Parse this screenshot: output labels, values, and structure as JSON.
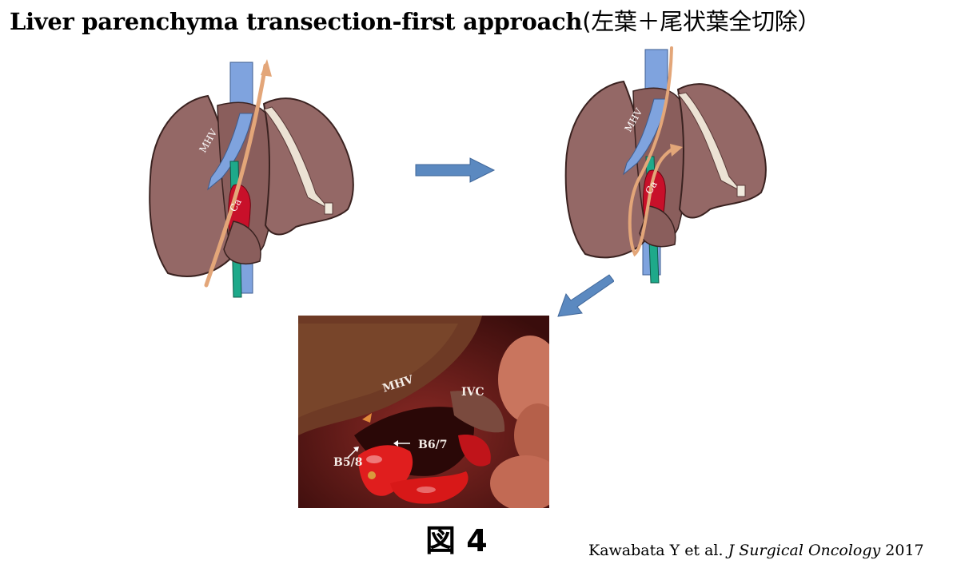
{
  "title": {
    "main": "Liver parenchyma transection-first approach",
    "jp": "(左葉＋尾状葉全切除）"
  },
  "diagram_left": {
    "vein_label": "MHV",
    "tumor_label": "Ca"
  },
  "diagram_right": {
    "vein_label": "MHV",
    "tumor_label": "Ca"
  },
  "photo": {
    "labels": {
      "mhv": "MHV",
      "ivc": "IVC",
      "b6_7": "B6/7",
      "b5_8": "B5/8"
    }
  },
  "figure_label": "図 4",
  "citation": {
    "authors": "Kawabata Y et al.",
    "journal_prefix": "J",
    "journal": "Surgical Oncology",
    "year": "2017"
  },
  "colors": {
    "liver": "#946866",
    "liver_dark": "#5a3a38",
    "vein": "#7fa3de",
    "tumor": "#c8102a",
    "duct": "#1ea98a",
    "arrow": "#5b89c0",
    "tape": "#e3a679"
  }
}
